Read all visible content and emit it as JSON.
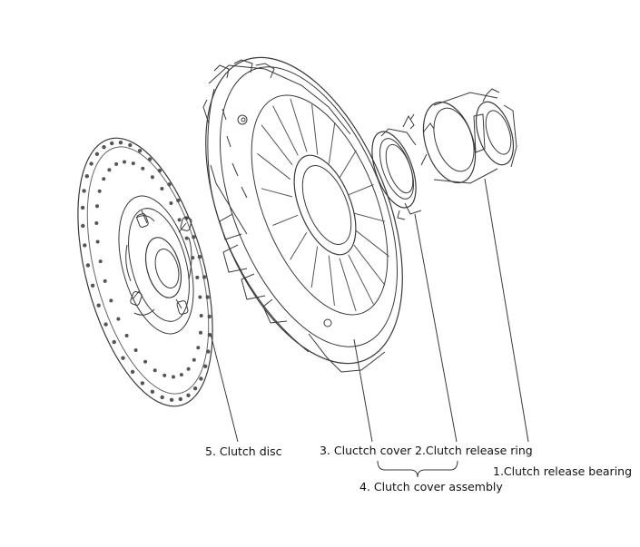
{
  "labels": {
    "clutch_disc": "5. Clutch disc",
    "clutch_cover": "3. Cluctch cover",
    "release_ring": "2.Clutch release ring",
    "release_bearing": "1.Clutch release bearing",
    "cover_assembly": "4. Clutch cover assembly"
  },
  "colors": {
    "line": "#3a3a3a",
    "light_line": "#777777",
    "background": "#ffffff"
  }
}
